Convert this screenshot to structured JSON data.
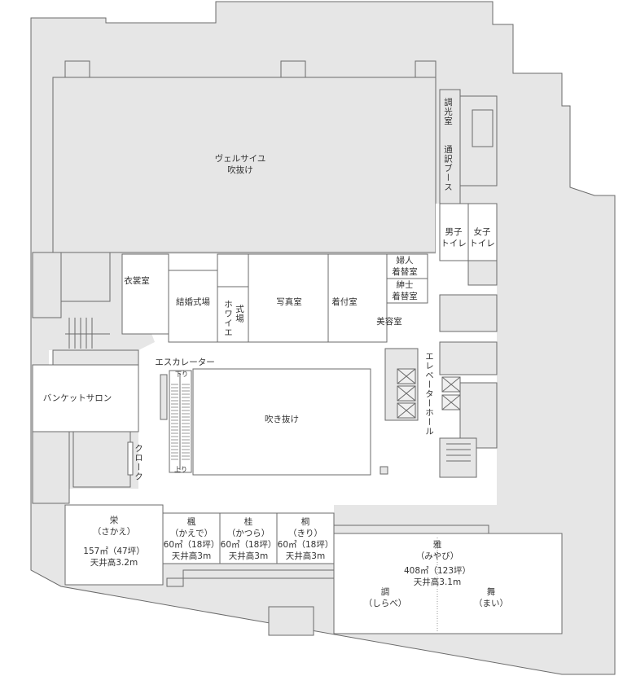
{
  "colors": {
    "wall_fill": "#e6e6e6",
    "stroke": "#6b6b6b",
    "room": "#ffffff"
  },
  "labels": {
    "versailles": [
      "ヴェルサイユ",
      "吹抜け"
    ],
    "dimmer_room": "調光室",
    "interpret_booth": "通訳ブース",
    "mens_toilet": [
      "男子",
      "トイレ"
    ],
    "womens_toilet": [
      "女子",
      "トイレ"
    ],
    "costume_room": "衣裳室",
    "wedding_hall": "結婚式場",
    "hall_foyer_a": "式場",
    "hall_foyer_b": "ホワイエ",
    "photo_room": "写真室",
    "dressing_room": "着付室",
    "ladies_changing": [
      "婦人",
      "着替室"
    ],
    "mens_changing": [
      "紳士",
      "着替室"
    ],
    "beauty_salon": "美容室",
    "escalator": "エスカレーター",
    "esc_down": "下り",
    "esc_up": "上り",
    "atrium": "吹き抜け",
    "elevator_hall": "エレベーターホール",
    "banquet_salon": "バンケットサロン",
    "cloak": "クローク"
  },
  "rooms": {
    "sakae": {
      "name": "栄",
      "reading": "（さかえ）",
      "area": "157㎡（47坪）",
      "ceiling": "天井高3.2m"
    },
    "kaede": {
      "name": "楓",
      "reading": "（かえで）",
      "area": "60㎡（18坪）",
      "ceiling": "天井高3m"
    },
    "katsura": {
      "name": "桂",
      "reading": "（かつら）",
      "area": "60㎡（18坪）",
      "ceiling": "天井高3m"
    },
    "kiri": {
      "name": "桐",
      "reading": "（きり）",
      "area": "60㎡（18坪）",
      "ceiling": "天井高3m"
    },
    "miyabi": {
      "name": "雅",
      "reading": "（みやび）",
      "area": "408㎡（123坪）",
      "ceiling": "天井高3.1m"
    },
    "shirabe": {
      "name": "調",
      "reading": "（しらべ）"
    },
    "mai": {
      "name": "舞",
      "reading": "（まい）"
    }
  }
}
